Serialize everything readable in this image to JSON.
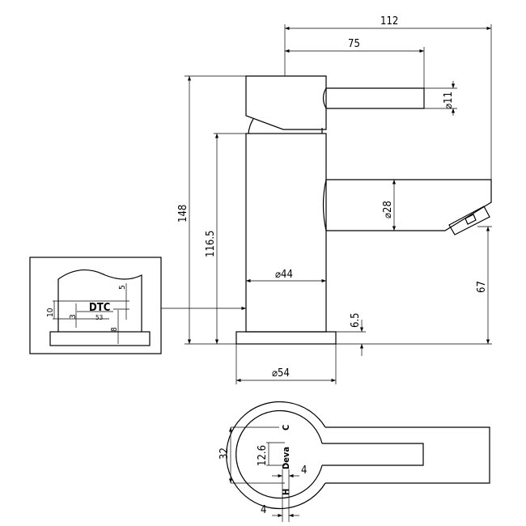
{
  "front_view": {
    "dim_total_reach": "112",
    "dim_lever_reach": "75",
    "dim_lever_diameter": "⌀11",
    "dim_total_height": "148",
    "dim_body_height": "116.5",
    "dim_spout_diameter": "⌀28",
    "dim_spout_height": "67",
    "dim_body_diameter": "⌀44",
    "dim_base_height": "6.5",
    "dim_base_diameter": "⌀54"
  },
  "detail_inset": {
    "dim_10": "10",
    "dim_3": "3",
    "label_dtc": "DTC",
    "dim_53": "53",
    "dim_5": "5",
    "dim_8": "8"
  },
  "top_view": {
    "dim_32": "32",
    "dim_12_6": "12.6",
    "brand": "Deva",
    "dim_4_right": "4",
    "dim_4_bottom": "4",
    "label_cold": "C",
    "label_hot": "H"
  }
}
